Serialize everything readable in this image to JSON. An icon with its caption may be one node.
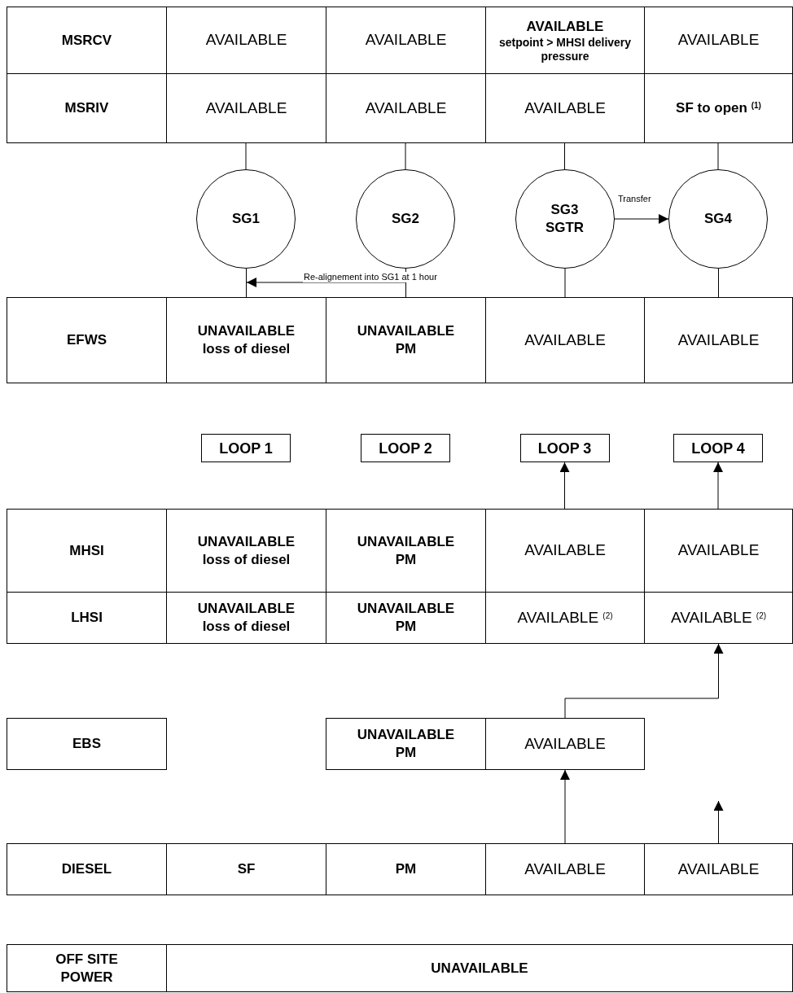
{
  "diagram": {
    "nodes": [
      {
        "text": [
          "MSRCV"
        ]
      },
      {
        "text": [
          "AVAILABLE"
        ]
      },
      {
        "text": [
          "AVAILABLE"
        ]
      },
      {
        "text": [
          "AVAILABLE",
          "setpoint > MHSI delivery pressure"
        ]
      },
      {
        "text": [
          "AVAILABLE"
        ]
      },
      {
        "text": [
          "MSRIV"
        ]
      },
      {
        "text": [
          "AVAILABLE"
        ]
      },
      {
        "text": [
          "AVAILABLE"
        ]
      },
      {
        "text": [
          "AVAILABLE"
        ]
      },
      {
        "text": [
          "SF to open $^{(1)}$"
        ]
      },
      {
        "text": [
          "SG1"
        ]
      },
      {
        "text": [
          "SG2"
        ]
      },
      {
        "text": [
          "SG3",
          "SGTR"
        ]
      },
      {
        "text": [
          "SG4"
        ]
      },
      {
        "text": [
          "EFWS"
        ]
      },
      {
        "text": [
          "UNAVAILABLE",
          "loss of diesel"
        ]
      },
      {
        "text": [
          "UNAVAILABLE",
          "PM"
        ]
      },
      {
        "text": [
          "AVAILABLE"
        ]
      },
      {
        "text": [
          "AVAILABLE"
        ]
      },
      {
        "text": [
          "LOOP 1"
        ]
      },
      {
        "text": [
          "LOOP 2"
        ]
      },
      {
        "text": [
          "LOOP 3"
        ]
      },
      {
        "text": [
          "LOOP 4"
        ]
      },
      {
        "text": [
          "MHSI"
        ]
      },
      {
        "text": [
          "UNAVAILABLE",
          "loss of diesel"
        ]
      },
      {
        "text": [
          "UNAVAILABLE",
          "PM"
        ]
      },
      {
        "text": [
          "AVAILABLE"
        ]
      },
      {
        "text": [
          "AVAILABLE"
        ]
      },
      {
        "text": [
          "LHSI"
        ]
      },
      {
        "text": [
          "UNAVAILABLE",
          "loss of diesel"
        ]
      },
      {
        "text": [
          "UNAVAILABLE",
          "PM"
        ]
      },
      {
        "text": [
          "AVAILABLE $^{(2)}$"
        ]
      },
      {
        "text": [
          "AVAILABLE $^{(2)}$"
        ]
      },
      {
        "text": [
          "EBS"
        ]
      },
      {
        "text": [
          "UNAVAILABLE",
          "PM"
        ]
      },
      {
        "text": [
          "AVAILABLE"
        ]
      },
      {
        "text": [
          "DIESEL"
        ]
      },
      {
        "text": [
          "SF"
        ]
      },
      {
        "text": [
          "PM"
        ]
      },
      {
        "text": [
          "AVAILABLE"
        ]
      },
      {
        "text": [
          "AVAILABLE"
        ]
      },
      {
        "text": [
          "OFF SITE POWER"
        ]
      },
      {
        "text": [
          "UNAVAILABLE"
        ]
      }
    ],
    "edges": [
      {
        "from": 6,
        "to": 10,
        "arrow": "none"
      },
      {
        "from": 7,
        "to": 11,
        "arrow": "none"
      },
      {
        "from": 8,
        "to": 12,
        "arrow": "none"
      },
      {
        "from": 9,
        "to": 13,
        "arrow": "none"
      },
      {
        "from": 10,
        "to": 15,
        "arrow": "none"
      },
      {
        "from": 11,
        "to": 16,
        "arrow": "none"
      },
      {
        "from": 12,
        "to": 17,
        "arrow": "none"
      },
      {
        "from": 13,
        "to": 18,
        "arrow": "none"
      },
      {
        "from": 12,
        "to": 13,
        "arrow": "to",
        "label": "Transfer"
      },
      {
        "from": 11,
        "to": 10,
        "arrow": "to",
        "label": "Re-alignement into SG1 at 1 hour"
      },
      {
        "from": 26,
        "to": 21,
        "arrow": "to"
      },
      {
        "from": 27,
        "to": 22,
        "arrow": "to"
      },
      {
        "from": 35,
        "to": 32,
        "arrow": "to"
      },
      {
        "from": 39,
        "to": 35,
        "arrow": "to"
      },
      {
        "from": 40,
        "to": null,
        "arrow": "to"
      }
    ]
  }
}
